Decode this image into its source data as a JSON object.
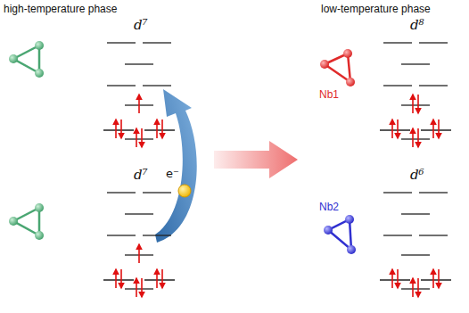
{
  "diagram": {
    "labels": [
      "high-temperature phase",
      "low-temperature phase",
      "d⁷",
      "d⁷",
      "e⁻",
      "d⁸",
      "Nb1",
      "d⁶",
      "Nb2"
    ]
  }
}
